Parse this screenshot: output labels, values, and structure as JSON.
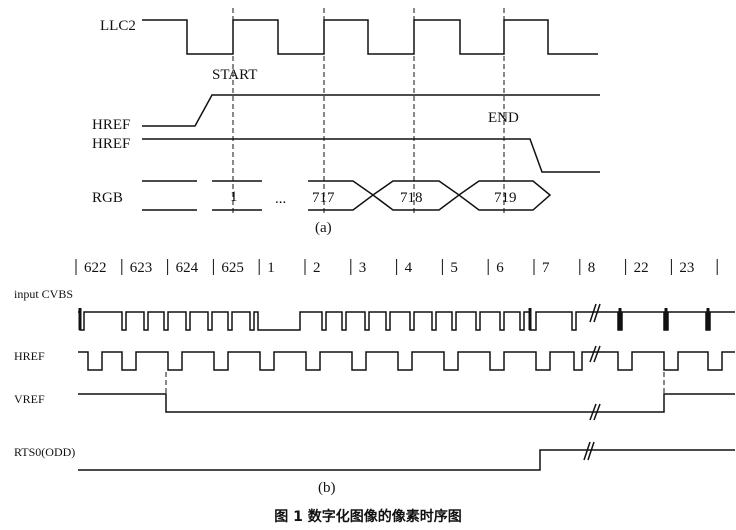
{
  "part_a": {
    "signals": {
      "llc2": "LLC2",
      "href1": "HREF",
      "href2": "HREF",
      "rgb": "RGB"
    },
    "markers": {
      "start": "START",
      "end": "END"
    },
    "pixels": [
      "1",
      "717",
      "718",
      "719"
    ],
    "ellipsis": "...",
    "label": "(a)"
  },
  "part_b": {
    "lines": [
      "622",
      "623",
      "624",
      "625",
      "1",
      "2",
      "3",
      "4",
      "5",
      "6",
      "7",
      "8",
      "22",
      "23"
    ],
    "signals": {
      "cvbs": "input CVBS",
      "href": "HREF",
      "vref": "VREF",
      "rts0": "RTS0(ODD)"
    },
    "label": "(b)"
  },
  "caption": "图 1  数字化图像的像素时序图"
}
